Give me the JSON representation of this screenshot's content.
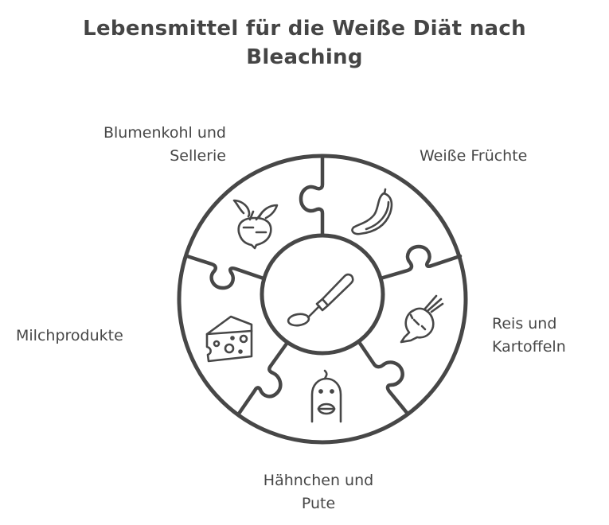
{
  "title": {
    "line1": "Lebensmittel für die Weiße Diät nach",
    "line2": "Bleaching"
  },
  "center": {
    "icon": "ladle-icon",
    "label": ""
  },
  "segments": [
    {
      "id": "blumenkohl",
      "label_lines": [
        "Blumenkohl und",
        "Sellerie"
      ],
      "icon": "turnip-icon"
    },
    {
      "id": "fruechte",
      "label_lines": [
        "Weiße Früchte"
      ],
      "icon": "cucumber-icon"
    },
    {
      "id": "reis",
      "label_lines": [
        "Reis und",
        "Kartoffeln"
      ],
      "icon": "potato-icon"
    },
    {
      "id": "haehnchen",
      "label_lines": [
        "Hähnchen und",
        "Pute"
      ],
      "icon": "chicken-icon"
    },
    {
      "id": "milch",
      "label_lines": [
        "Milchprodukte"
      ],
      "icon": "cheese-icon"
    }
  ],
  "colors": {
    "stroke": "#474747",
    "background": "#ffffff",
    "text": "#474747"
  }
}
